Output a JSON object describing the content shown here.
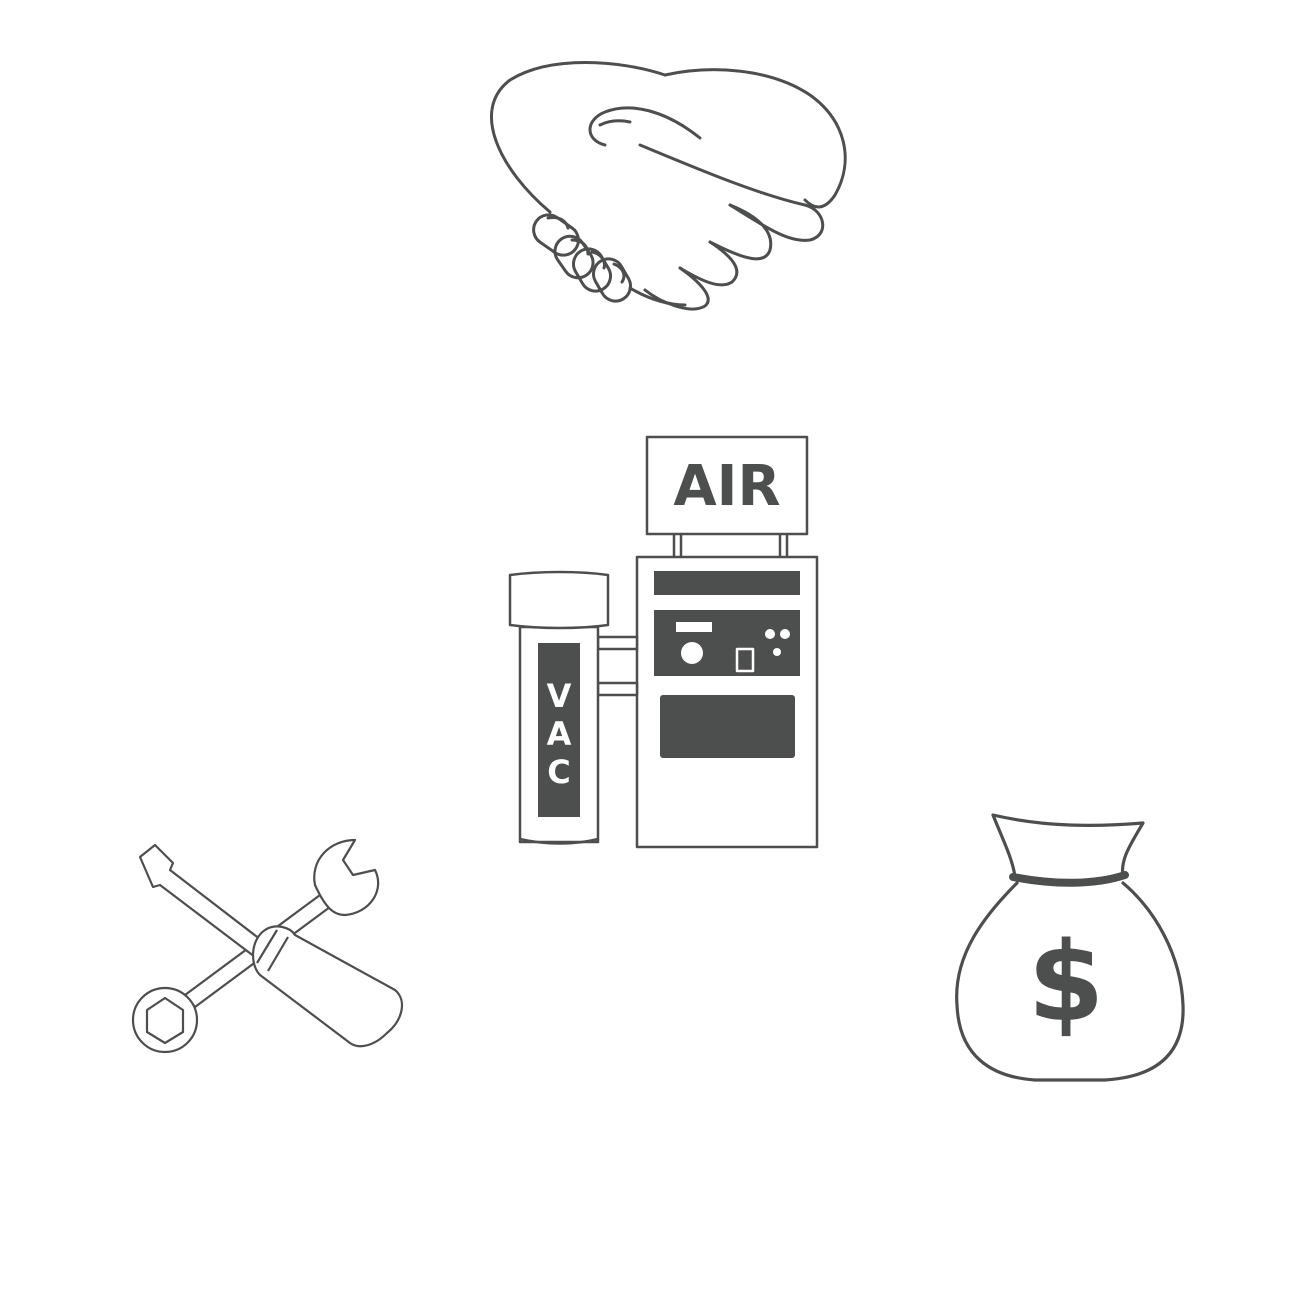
{
  "icons": {
    "handshake": "handshake-icon",
    "car_wash_station": "air-vac-station-icon",
    "tools": "wrench-screwdriver-icon",
    "money": "money-bag-icon"
  },
  "station": {
    "air_label": "AIR",
    "vac_letters": [
      "V",
      "A",
      "C"
    ]
  },
  "money": {
    "symbol": "$"
  },
  "colors": {
    "stroke": "#4d4f4e",
    "fill_dark": "#4d4f4e",
    "background": "#ffffff"
  }
}
